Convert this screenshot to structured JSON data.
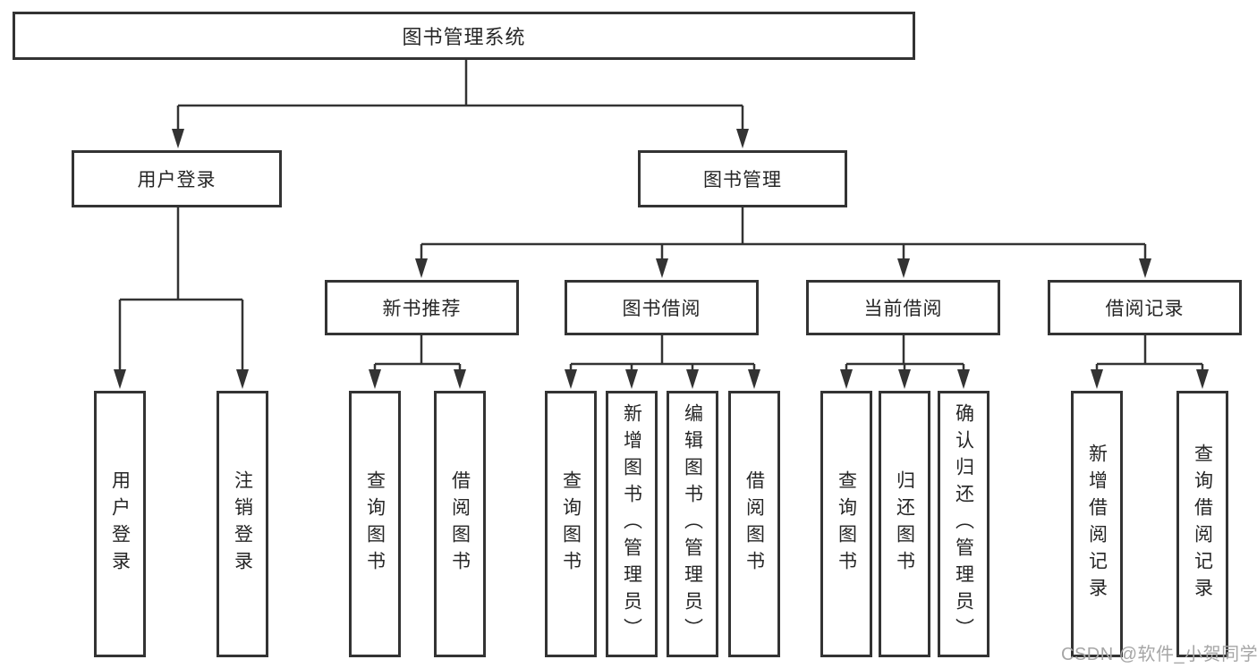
{
  "diagram": {
    "root": {
      "label": "图书管理系统"
    },
    "level2": [
      {
        "label": "用户登录"
      },
      {
        "label": "图书管理"
      }
    ],
    "level3": [
      {
        "label": "新书推荐"
      },
      {
        "label": "图书借阅"
      },
      {
        "label": "当前借阅"
      },
      {
        "label": "借阅记录"
      }
    ],
    "leaves": {
      "login": [
        {
          "label": "用户登录"
        },
        {
          "label": "注销登录"
        }
      ],
      "newbook": [
        {
          "label": "查询图书"
        },
        {
          "label": "借阅图书"
        }
      ],
      "borrow": [
        {
          "label": "查询图书"
        },
        {
          "label": "新增图书（管理员）"
        },
        {
          "label": "编辑图书（管理员）"
        },
        {
          "label": "借阅图书"
        }
      ],
      "current": [
        {
          "label": "查询图书"
        },
        {
          "label": "归还图书"
        },
        {
          "label": "确认归还（管理员）"
        }
      ],
      "records": [
        {
          "label": "新增借阅记录"
        },
        {
          "label": "查询借阅记录"
        }
      ]
    },
    "colors": {
      "line": "#333333",
      "text": "#262626",
      "background": "#ffffff",
      "watermark": "#a6a6a6"
    }
  },
  "watermark": {
    "text": "CSDN @软件_小贺同学"
  }
}
